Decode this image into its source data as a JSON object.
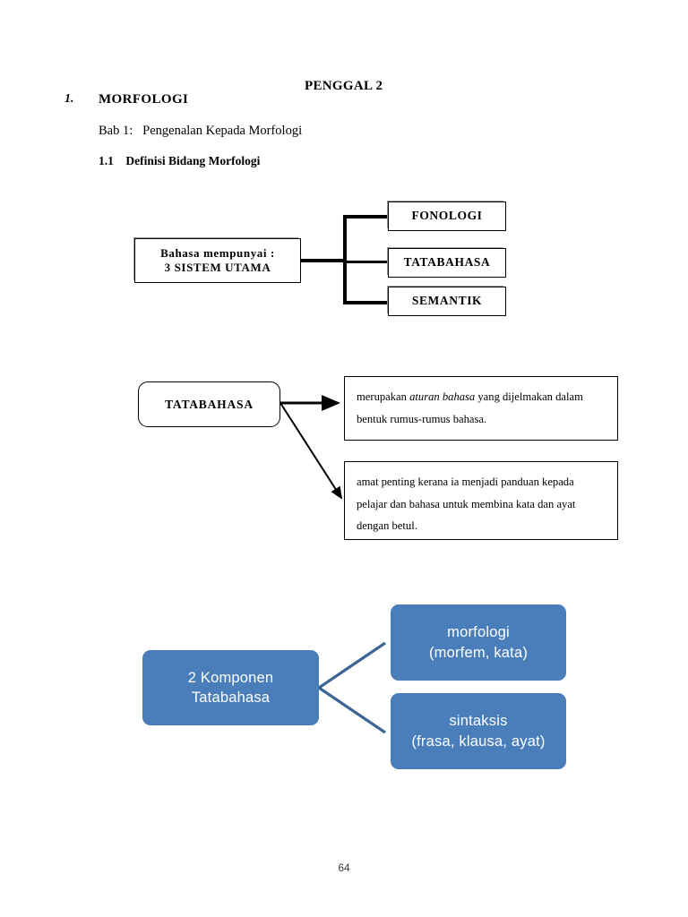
{
  "document": {
    "header_title": "PENGGAL 2",
    "section_number": "1.",
    "section_title": "MORFOLOGI",
    "chapter_line": "Bab 1:   Pengenalan Kepada Morfologi",
    "subsection": "1.1    Definisi Bidang Morfologi",
    "page_number": "64"
  },
  "diagram_systems": {
    "root_line1": "Bahasa mempunyai :",
    "root_line2": "3 SISTEM UTAMA",
    "leaves": [
      {
        "label": "FONOLOGI"
      },
      {
        "label": "TATABAHASA"
      },
      {
        "label": "SEMANTIK"
      }
    ]
  },
  "diagram_tatabahasa": {
    "node_label": "TATABAHASA",
    "definition_one": {
      "before_italic": "merupakan ",
      "italic": "aturan bahasa",
      "after_italic": " yang dijelmakan dalam bentuk rumus-rumus bahasa."
    },
    "definition_two": "amat penting kerana ia menjadi panduan kepada pelajar dan bahasa untuk membina kata dan ayat dengan betul."
  },
  "diagram_komponen": {
    "accent_color": "#4a7ebb",
    "connector_color": "#3c6596",
    "main": {
      "line1": "2 Komponen",
      "line2": "Tatabahasa"
    },
    "children": [
      {
        "line1": "morfologi",
        "line2": "(morfem, kata)"
      },
      {
        "line1": "sintaksis",
        "line2": "(frasa, klausa, ayat)"
      }
    ]
  }
}
